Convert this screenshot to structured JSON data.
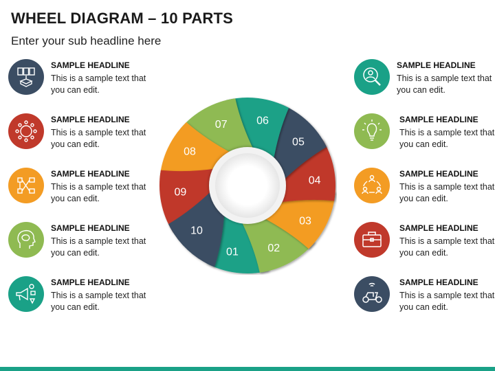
{
  "title": "WHEEL DIAGRAM – 10 PARTS",
  "subtitle": "Enter your sub headline here",
  "colors": {
    "navy": "#3b4d63",
    "red": "#c0392b",
    "orange": "#f39c24",
    "green": "#8fba52",
    "teal": "#1aa187"
  },
  "wheel": {
    "segments": [
      {
        "label": "01",
        "color": "#1aa187"
      },
      {
        "label": "02",
        "color": "#8fba52"
      },
      {
        "label": "03",
        "color": "#f39c24"
      },
      {
        "label": "04",
        "color": "#c0392b"
      },
      {
        "label": "05",
        "color": "#3b4d63"
      },
      {
        "label": "06",
        "color": "#1aa187"
      },
      {
        "label": "07",
        "color": "#8fba52"
      },
      {
        "label": "08",
        "color": "#f39c24"
      },
      {
        "label": "09",
        "color": "#c0392b"
      },
      {
        "label": "10",
        "color": "#3b4d63"
      }
    ]
  },
  "left_items": [
    {
      "headline": "SAMPLE HEADLINE",
      "text": "This is a sample text that you can edit.",
      "icon": "documents-icon",
      "color": "#3b4d63"
    },
    {
      "headline": "SAMPLE HEADLINE",
      "text": "This is a sample text that you can edit.",
      "icon": "network-circle-icon",
      "color": "#c0392b"
    },
    {
      "headline": "SAMPLE HEADLINE",
      "text": "This is a sample text that you can edit.",
      "icon": "flowchart-icon",
      "color": "#f39c24"
    },
    {
      "headline": "SAMPLE HEADLINE",
      "text": "This is a sample text that you can edit.",
      "icon": "brain-head-icon",
      "color": "#8fba52"
    },
    {
      "headline": "SAMPLE HEADLINE",
      "text": "This is a sample text that you can edit.",
      "icon": "megaphone-icon",
      "color": "#1aa187"
    }
  ],
  "right_items": [
    {
      "headline": "SAMPLE HEADLINE",
      "text": "This is a sample text that you can edit.",
      "icon": "search-person-icon",
      "color": "#1aa187"
    },
    {
      "headline": "SAMPLE HEADLINE",
      "text": "This is a sample text that you can edit.",
      "icon": "lightbulb-icon",
      "color": "#8fba52"
    },
    {
      "headline": "SAMPLE HEADLINE",
      "text": "This is a sample text that you can edit.",
      "icon": "team-cycle-icon",
      "color": "#f39c24"
    },
    {
      "headline": "SAMPLE HEADLINE",
      "text": "This is a sample text that you can edit.",
      "icon": "briefcase-icon",
      "color": "#c0392b"
    },
    {
      "headline": "SAMPLE HEADLINE",
      "text": "This is a sample text that you can edit.",
      "icon": "scooter-wifi-icon",
      "color": "#3b4d63"
    }
  ]
}
